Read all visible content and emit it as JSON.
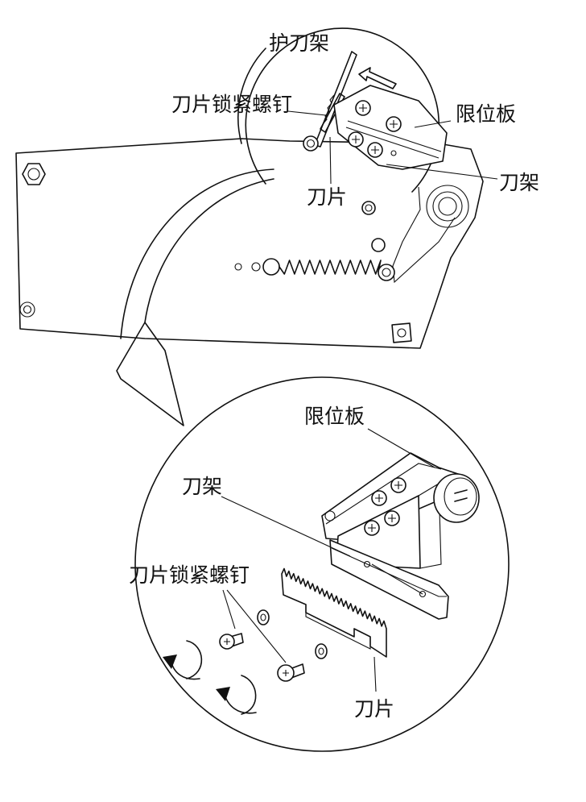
{
  "labels": {
    "guard_holder": "护刀架",
    "blade_screw_top": "刀片锁紧螺钉",
    "stopper_top": "限位板",
    "holder_top": "刀架",
    "blade_top": "刀片",
    "stopper_bottom": "限位板",
    "holder_bottom": "刀架",
    "blade_screw_bottom": "刀片锁紧螺钉",
    "blade_bottom": "刀片"
  },
  "icons": [
    "hex-nut-icon",
    "phillips-screw-icon",
    "spring-icon",
    "rotate-arrow-icon",
    "direction-arrow-icon"
  ]
}
